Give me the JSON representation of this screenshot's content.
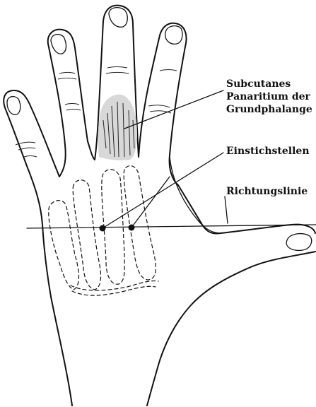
{
  "labels": {
    "panaritium": [
      "Subcutanes",
      "Panaritium der",
      "Grundphalange"
    ],
    "einstich": "Einstichstellen",
    "richtung": "Richtungslinie"
  },
  "colors": {
    "ink": "#111111",
    "background": "#ffffff"
  }
}
